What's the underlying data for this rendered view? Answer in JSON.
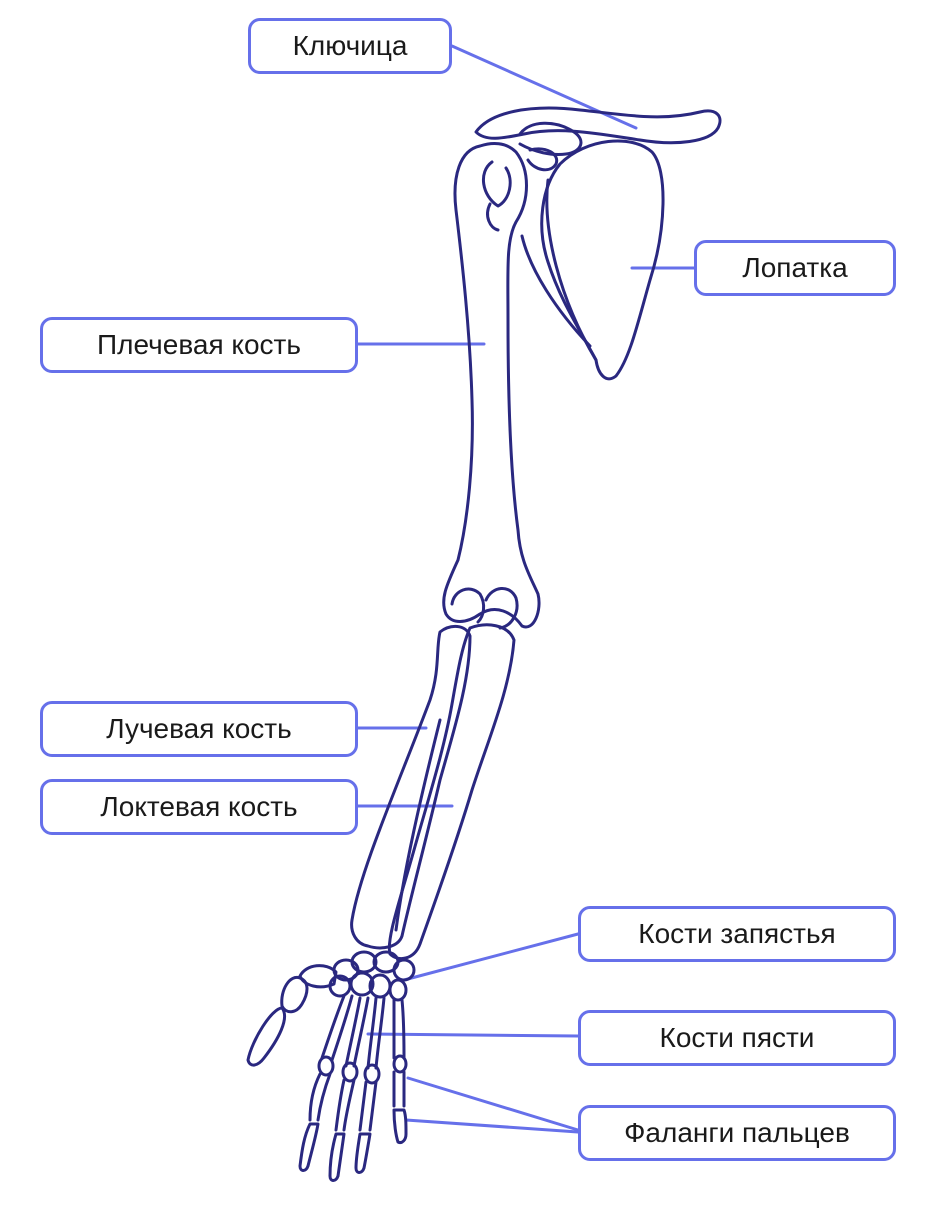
{
  "colors": {
    "bone_stroke": "#2a2880",
    "leader_line": "#6670ea",
    "label_border": "#6670ea",
    "label_text": "#1a1a1a",
    "background": "#ffffff"
  },
  "labels": {
    "clavicle": "Ключица",
    "scapula": "Лопатка",
    "humerus": "Плечевая кость",
    "radius": "Лучевая кость",
    "ulna": "Локтевая кость",
    "carpals": "Кости запястья",
    "metacarpals": "Кости пясти",
    "phalanges": "Фаланги пальцев"
  }
}
